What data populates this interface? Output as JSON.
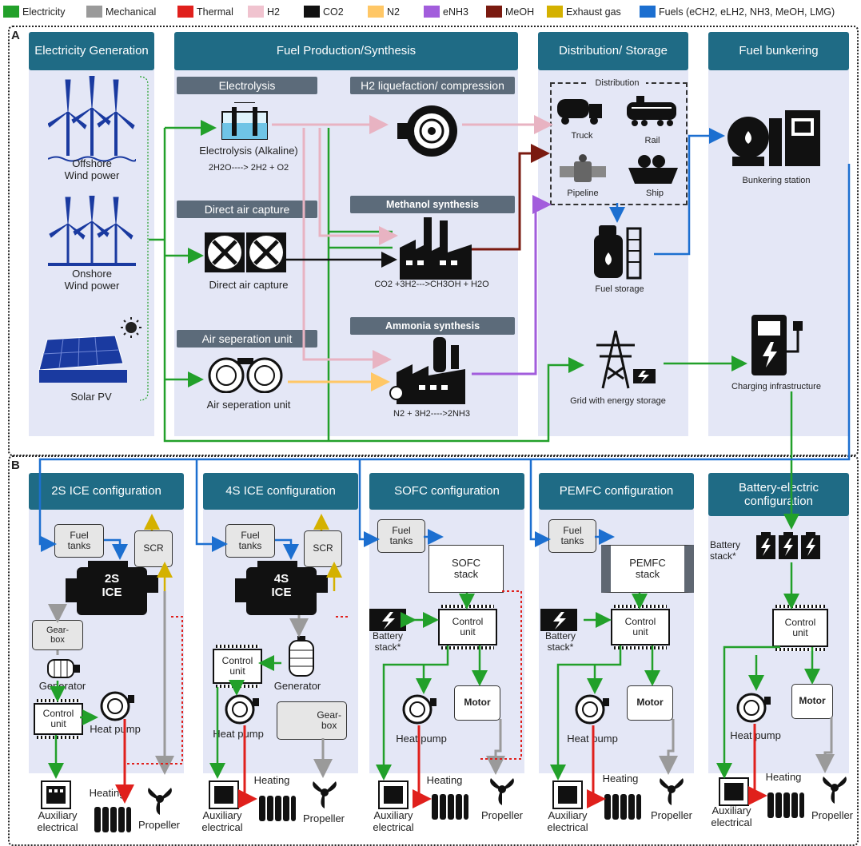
{
  "legend": [
    {
      "label": "Electricity",
      "color": "#22a02a"
    },
    {
      "label": "Mechanical",
      "color": "#9a9a9a"
    },
    {
      "label": "Thermal",
      "color": "#e0201c"
    },
    {
      "label": "H2",
      "color": "#f0c3cf"
    },
    {
      "label": "CO2",
      "color": "#111111"
    },
    {
      "label": "N2",
      "color": "#ffc766"
    },
    {
      "label": "eNH3",
      "color": "#a25ddc"
    },
    {
      "label": "MeOH",
      "color": "#7a1a10"
    },
    {
      "label": "Exhaust gas",
      "color": "#d4b100"
    },
    {
      "label": "Fuels (eCH2, eLH2, NH3, MeOH, LMG)",
      "color": "#1c6fd0"
    }
  ],
  "panel_a": {
    "label": "A",
    "headers": {
      "electricity_generation": "Electricity Generation",
      "fuel_production": "Fuel Production/Synthesis",
      "distribution_storage": "Distribution/ Storage",
      "fuel_bunkering": "Fuel bunkering"
    },
    "generation": {
      "offshore": "Offshore\nWind power",
      "onshore": "Onshore\nWind power",
      "solar": "Solar PV"
    },
    "production": {
      "electrolysis_header": "Electrolysis",
      "electrolysis_label": "Electrolysis (Alkaline)",
      "electrolysis_eq": "2H2O----> 2H2 + O2",
      "dac_header": "Direct air capture",
      "dac_label": "Direct air capture",
      "asu_header": "Air seperation unit",
      "asu_label": "Air seperation unit",
      "h2_header": "H2 liquefaction/ compression",
      "methanol_header": "Methanol synthesis",
      "methanol_eq": "CO2 +3H2--->CH3OH + H2O",
      "ammonia_header": "Ammonia synthesis",
      "ammonia_eq": "N2 + 3H2---->2NH3"
    },
    "distribution": {
      "title": "Distribution",
      "truck": "Truck",
      "rail": "Rail",
      "pipeline": "Pipeline",
      "ship": "Ship",
      "fuel_storage": "Fuel storage",
      "grid": "Grid with energy storage"
    },
    "bunkering": {
      "station": "Bunkering station",
      "charging": "Charging infrastructure"
    }
  },
  "panel_b": {
    "label": "B",
    "configs": [
      {
        "title": "2S ICE configuration",
        "fuel": "Fuel\ntanks",
        "engine": "2S\nICE",
        "scr": "SCR",
        "gearbox": "Gear-\nbox",
        "generator": "Generator",
        "control": "Control\nunit",
        "heat_pump": "Heat pump",
        "aux": "Auxiliary\nelectrical",
        "heating": "Heating",
        "propeller": "Propeller"
      },
      {
        "title": "4S ICE configuration",
        "fuel": "Fuel\ntanks",
        "engine": "4S\nICE",
        "scr": "SCR",
        "gearbox": "Gear-\nbox",
        "generator": "Generator",
        "control": "Control\nunit",
        "heat_pump": "Heat pump",
        "aux": "Auxiliary\nelectrical",
        "heating": "Heating",
        "propeller": "Propeller"
      },
      {
        "title": "SOFC configuration",
        "fuel": "Fuel\ntanks",
        "stack": "SOFC\nstack",
        "battery": "Battery\nstack*",
        "control": "Control\nunit",
        "motor": "Motor",
        "heat_pump": "Heat pump",
        "aux": "Auxiliary\nelectrical",
        "heating": "Heating",
        "propeller": "Propeller"
      },
      {
        "title": "PEMFC configuration",
        "fuel": "Fuel\ntanks",
        "stack": "PEMFC\nstack",
        "battery": "Battery\nstack*",
        "control": "Control\nunit",
        "motor": "Motor",
        "heat_pump": "Heat pump",
        "aux": "Auxiliary\nelectrical",
        "heating": "Heating",
        "propeller": "Propeller"
      },
      {
        "title": "Battery-electric configuration",
        "battery": "Battery\nstack*",
        "control": "Control\nunit",
        "motor": "Motor",
        "heat_pump": "Heat pump",
        "aux": "Auxiliary\nelectrical",
        "heating": "Heating",
        "propeller": "Propeller"
      }
    ]
  }
}
